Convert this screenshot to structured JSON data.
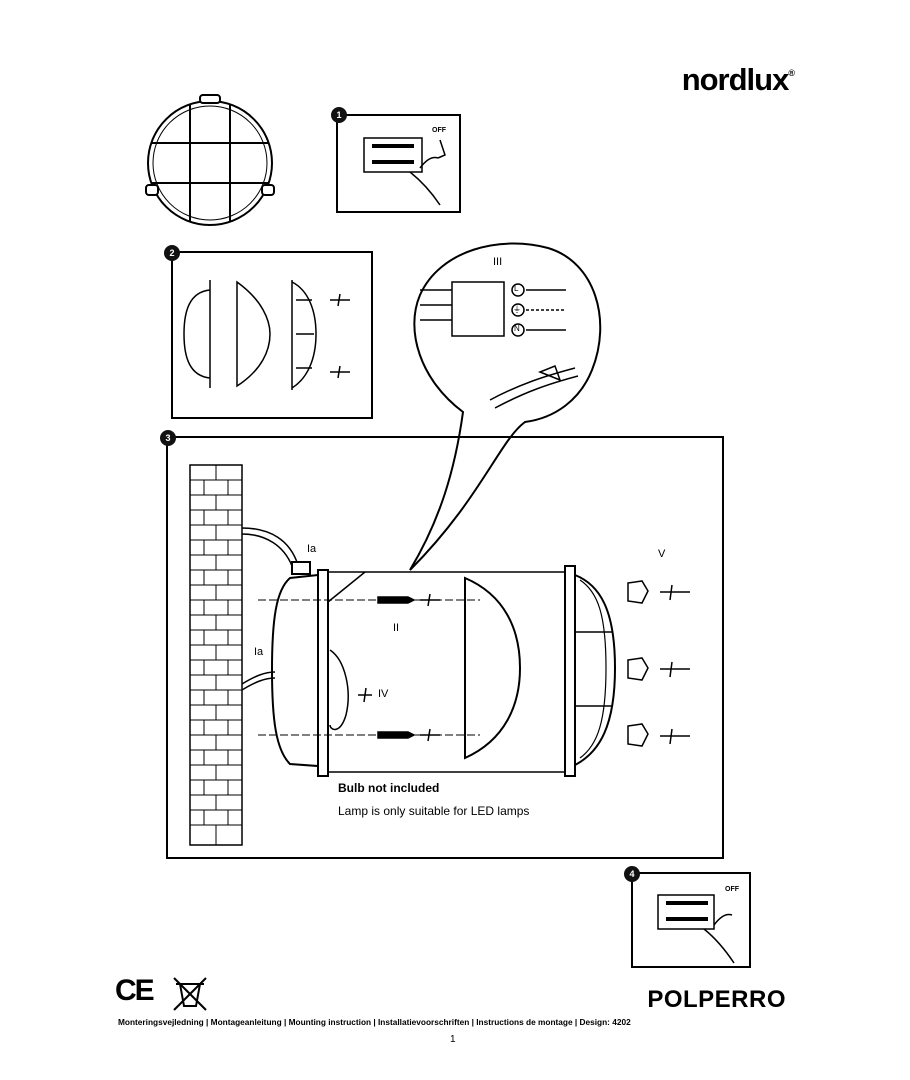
{
  "brand": {
    "name": "nordlux",
    "mark": "®"
  },
  "product": {
    "name": "POLPERRO"
  },
  "certifications": {
    "ce": "CE"
  },
  "steps": [
    "1",
    "2",
    "3",
    "4"
  ],
  "switch_label": "OFF",
  "wiring": {
    "roman": "III",
    "terminals": [
      "L",
      "⏚",
      "N"
    ]
  },
  "mounting_labels": {
    "ia_top": "Ia",
    "ia_side": "Ia",
    "ii": "II",
    "iv": "IV",
    "v": "V"
  },
  "notes": {
    "bulbs": "Bulb not included",
    "led": "Lamp is only suitable for LED lamps"
  },
  "footer": {
    "text": "Monteringsvejledning | Montageanleitung | Mounting instruction | Installatievoorschriften | Instructions de montage | Design: 4202",
    "page": "1"
  }
}
